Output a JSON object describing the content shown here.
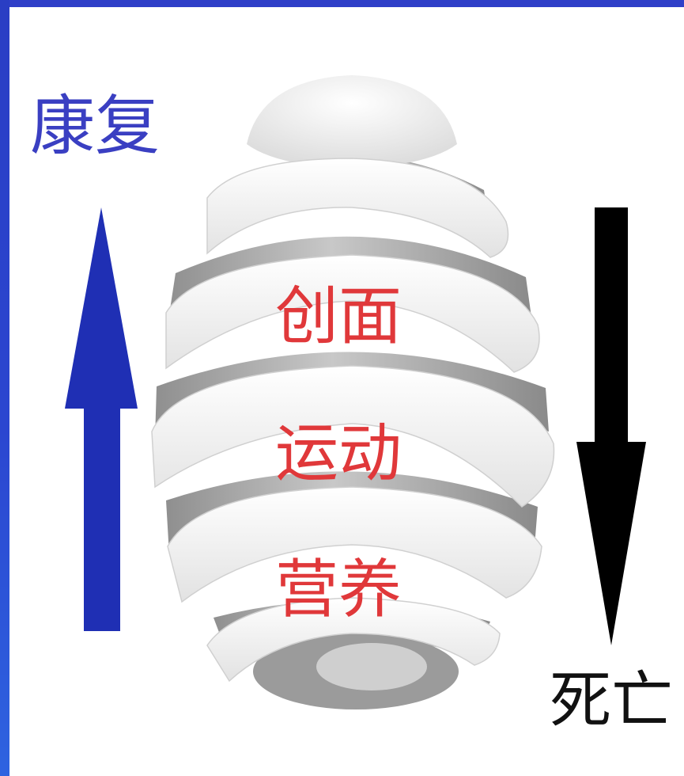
{
  "labels": {
    "top_left": "康复",
    "bottom_right": "死亡",
    "layer_1": "创面",
    "layer_2": "运动",
    "layer_3": "营养"
  },
  "colors": {
    "frame_blue": "#2f3fc8",
    "up_arrow": "#1f2fb4",
    "down_arrow": "#000000",
    "layer_text": "#e0383a",
    "recovery_text": "#3a3fc2",
    "ribbon_light": "#f1f1f1",
    "ribbon_shadow": "#a9a9a9"
  },
  "icons": {
    "up_arrow": "arrow-up-icon",
    "down_arrow": "arrow-down-icon",
    "spiral": "spiral-egg-graphic"
  }
}
